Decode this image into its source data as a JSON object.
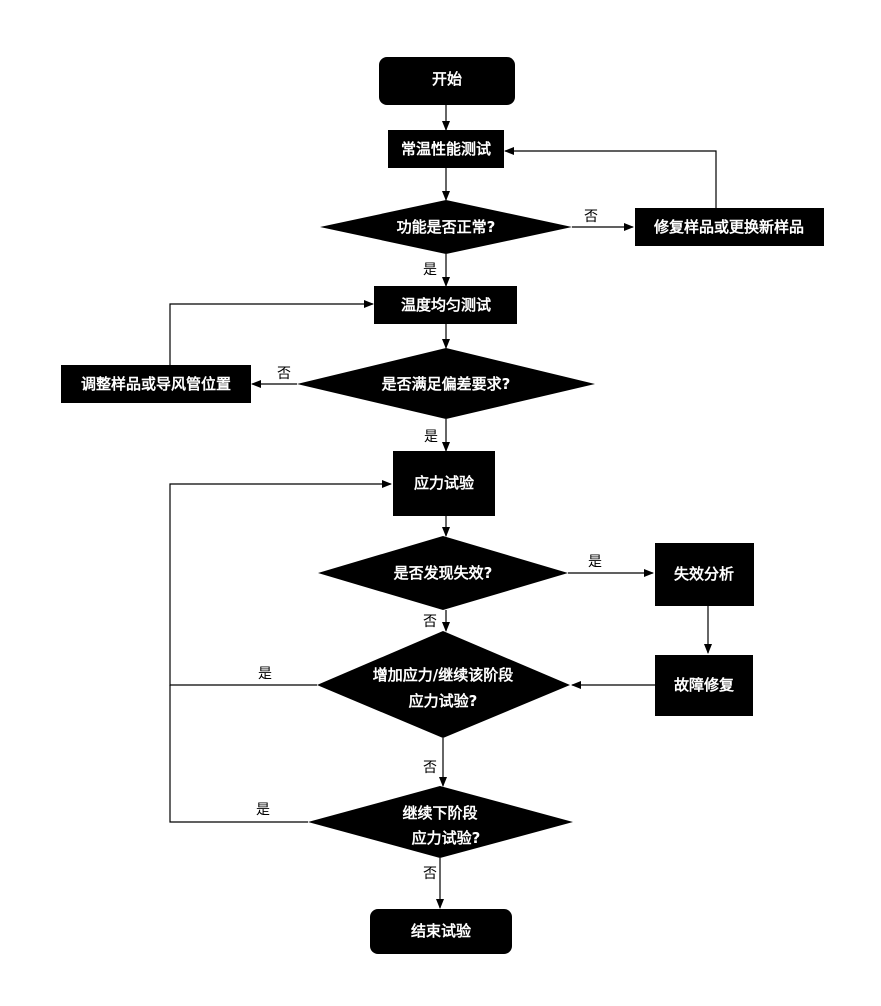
{
  "nodes": {
    "start": "开始",
    "test_normal": "常温性能测试",
    "check_function": "功能是否正常?",
    "repair_replace": "修复样品或更换新样品",
    "uniformity_test": "温度均匀测试",
    "check_deviation": "是否满足偏差要求?",
    "adjust_sample": "调整样品或导风管位置",
    "stress_test": "应力试验",
    "check_failure": "是否发现失效?",
    "failure_analysis": "失效分析",
    "fault_repair": "故障修复",
    "increase_stress_line1": "增加应力/继续该阶段",
    "increase_stress_line2": "应力试验?",
    "next_stage_line1": "继续下阶段",
    "next_stage_line2": "应力试验?",
    "end": "结束试验"
  },
  "edge_labels": {
    "function_no": "否",
    "function_yes": "是",
    "deviation_no": "否",
    "deviation_yes": "是",
    "failure_yes": "是",
    "failure_no": "否",
    "increase_yes": "是",
    "increase_no": "否",
    "next_yes": "是",
    "next_no": "否"
  },
  "colors": {
    "node_fill": "#000000",
    "node_text": "#ffffff",
    "line": "#000000",
    "background": "#ffffff"
  }
}
